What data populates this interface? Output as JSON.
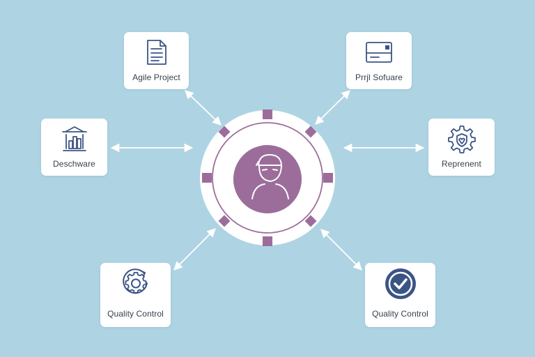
{
  "colors": {
    "background": "#aed4e3",
    "card": "#ffffff",
    "hub_accent": "#9c6d9b",
    "icon_stroke": "#3b5486",
    "connector": "#ffffff"
  },
  "hub": {
    "icon": "person-avatar-icon"
  },
  "nodes": {
    "agile_project": {
      "label": "Agile Project",
      "icon": "document-icon"
    },
    "prjl_software": {
      "label": "Prrjl Sofuare",
      "icon": "window-card-icon"
    },
    "deschware": {
      "label": "Deschware",
      "icon": "building-chart-icon"
    },
    "reprenent": {
      "label": "Reprenent",
      "icon": "gear-shield-icon"
    },
    "qc_left": {
      "label": "Quality Control",
      "icon": "gear-cycle-icon"
    },
    "qc_right": {
      "label": "Quality Control",
      "icon": "check-badge-icon"
    }
  }
}
